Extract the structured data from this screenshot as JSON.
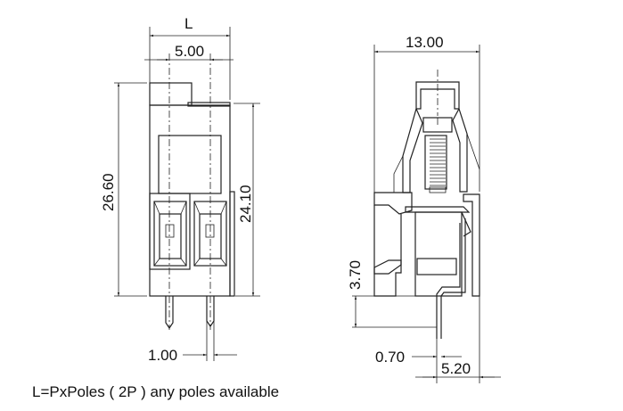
{
  "front_view": {
    "dim_L": "L",
    "dim_pitch": "5.00",
    "dim_total_height": "26.60",
    "dim_body_height": "24.10",
    "dim_pin_width": "1.00"
  },
  "side_view": {
    "dim_depth": "13.00",
    "dim_pin_length": "3.70",
    "dim_pin_thickness": "0.70",
    "dim_pin_offset": "5.20"
  },
  "caption": "L=PxPoles ( 2P ) any poles available"
}
